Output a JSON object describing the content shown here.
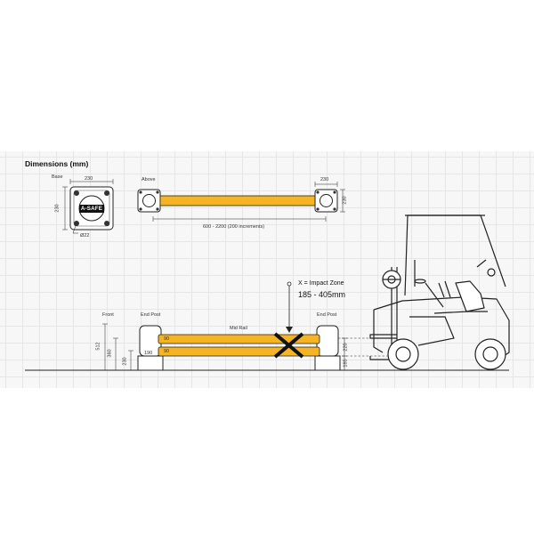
{
  "title": "Dimensions (mm)",
  "base": {
    "label": "Base",
    "width": "230",
    "height": "230",
    "hole": "Ø22",
    "logo": "A-SAFE"
  },
  "above": {
    "label": "Above",
    "end_width": "230",
    "end_height": "230",
    "span": "600 - 2200 (200 increments)"
  },
  "front": {
    "label": "Front",
    "end_post_left": "End Post",
    "end_post_right": "End Post",
    "mid_rail": "Mid Rail",
    "h_total": "512",
    "h_upper_rail": "360",
    "h_lower_rail": "230",
    "rail_gap": "190",
    "rail_upper": "90",
    "rail_lower": "90",
    "right_upper": "220",
    "right_lower": "185"
  },
  "impact": {
    "line1": "X = Impact Zone",
    "line2": "185 - 405mm"
  },
  "colors": {
    "rail_yellow": "#f5b423",
    "line": "#222222",
    "grid_bg": "#f7f7f7"
  }
}
